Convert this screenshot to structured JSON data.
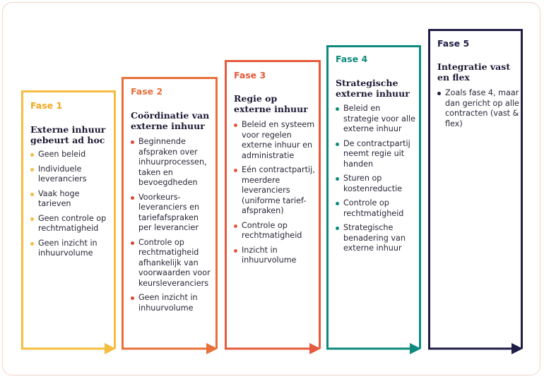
{
  "phases": [
    {
      "label": "Fase 1",
      "title": "Externe inhuur gebeurt ad hoc",
      "color": "#f4bd3f",
      "items": [
        "Geen beleid",
        "Individuele leveranciers",
        "Vaak hoge tarieven",
        "Geen controle op rechtmatigheid",
        "Geen inzicht in inhuurvolume"
      ]
    },
    {
      "label": "Fase 2",
      "title": "Coördinatie van externe inhuur",
      "color": "#e8703a",
      "dot_color": "#e0452e",
      "items": [
        "Beginnende afspraken over inhuurprocessen, taken en bevoegdheden",
        "Voorkeurs-leveranciers en tariefafspraken per leverancier",
        "Controle op rechtmatigheid afhankelijk van voorwaarden voor keursleveranciers",
        "Geen inzicht in inhuurvolume"
      ]
    },
    {
      "label": "Fase 3",
      "title": "Regie op externe inhuur",
      "color": "#e55a3c",
      "items": [
        "Beleid en systeem voor regelen externe inhuur en administratie",
        "Eén contractpartij, meerdere leveranciers (uniforme tarief-afspraken)",
        "Controle op rechtmatigheid",
        "Inzicht in inhuurvolume"
      ]
    },
    {
      "label": "Fase 4",
      "title": "Strategische externe inhuur",
      "color": "#0e8a7c",
      "items": [
        "Beleid en strategie voor alle externe inhuur",
        "De contractpartij neemt regie uit handen",
        "Sturen op kostenreductie",
        "Controle op rechtmatigheid",
        "Strategische benadering van externe inhuur"
      ]
    },
    {
      "label": "Fase 5",
      "title": "Integratie vast en flex",
      "color": "#1f1d45",
      "items": [
        "Zoals fase 4, maar dan gericht op alle contracten (vast & flex)"
      ]
    }
  ]
}
